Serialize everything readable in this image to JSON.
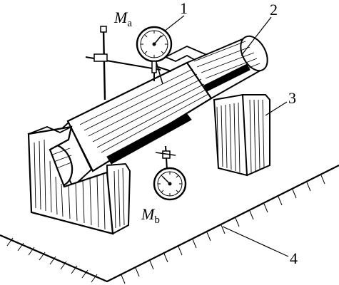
{
  "labels": {
    "part_1": "1",
    "part_2": "2",
    "part_3": "3",
    "part_4": "4",
    "gauge_a_main": "M",
    "gauge_a_sub": "a",
    "gauge_b_main": "M",
    "gauge_b_sub": "b"
  },
  "colors": {
    "ink": "#000000",
    "paper": "#ffffff"
  },
  "icons": {
    "dial_gauge": "dial-indicator-icon",
    "v_block": "v-block-icon",
    "shaft": "cylindrical-shaft-icon",
    "surface_plate": "surface-plate-icon"
  }
}
